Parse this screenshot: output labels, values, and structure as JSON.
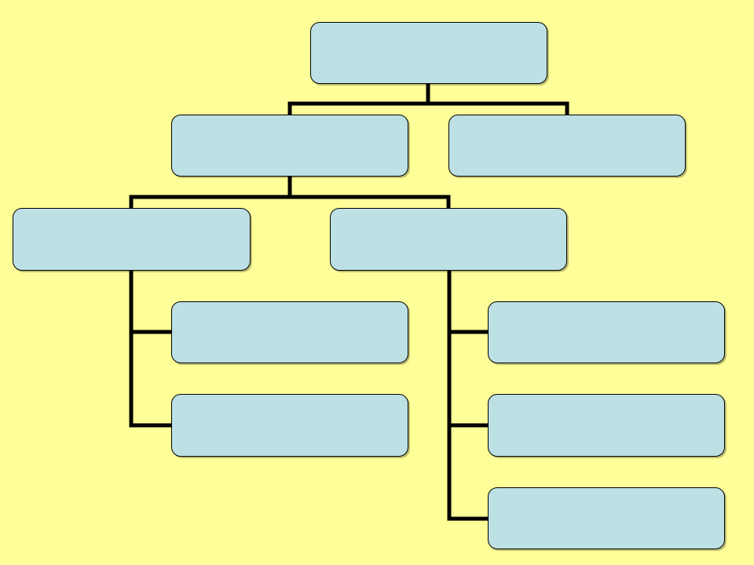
{
  "colors": {
    "background": "#FFFF99",
    "box_fill": "#BDE0E4",
    "box_border": "#000000",
    "connector": "#000000"
  },
  "diagram": {
    "type": "hierarchy",
    "nodes": {
      "root": {
        "label": ""
      },
      "level1_left": {
        "label": ""
      },
      "level1_right": {
        "label": ""
      },
      "level2_left": {
        "label": ""
      },
      "level2_right": {
        "label": ""
      },
      "level3_left_1": {
        "label": ""
      },
      "level3_left_2": {
        "label": ""
      },
      "level3_right_1": {
        "label": ""
      },
      "level3_right_2": {
        "label": ""
      },
      "level3_right_3": {
        "label": ""
      }
    },
    "edges": [
      [
        "root",
        "level1_left"
      ],
      [
        "root",
        "level1_right"
      ],
      [
        "level1_left",
        "level2_left"
      ],
      [
        "level1_left",
        "level2_right"
      ],
      [
        "level2_left",
        "level3_left_1"
      ],
      [
        "level2_left",
        "level3_left_2"
      ],
      [
        "level2_right",
        "level3_right_1"
      ],
      [
        "level2_right",
        "level3_right_2"
      ],
      [
        "level2_right",
        "level3_right_3"
      ]
    ]
  }
}
